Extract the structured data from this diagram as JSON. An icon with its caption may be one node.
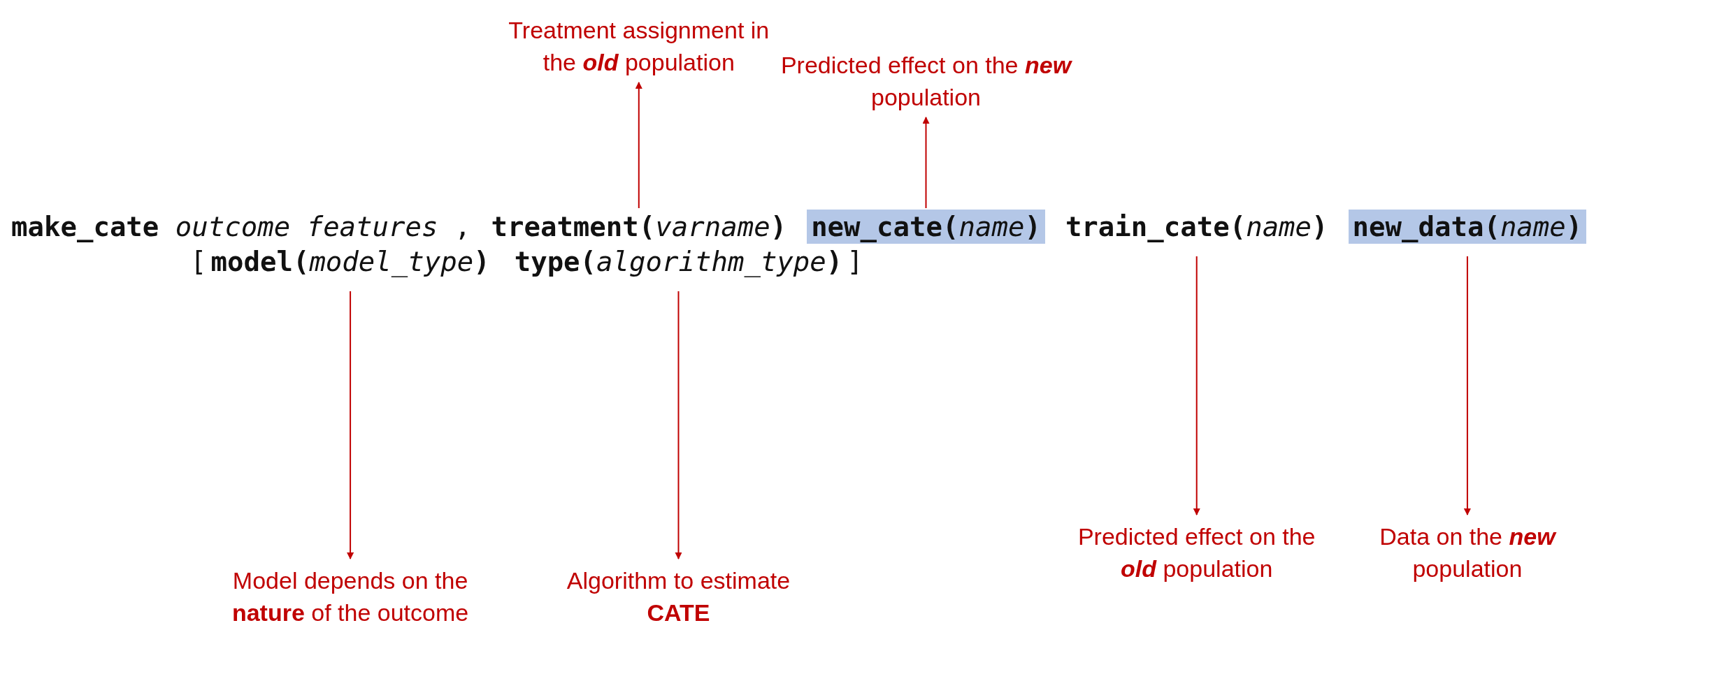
{
  "diagram": {
    "nodes": [
      {
        "text": [
          "treatment(*varname*)"
        ]
      },
      {
        "text": [
          "new_cate(*name*)"
        ]
      },
      {
        "text": [
          "train_cate(*name*)"
        ]
      },
      {
        "text": [
          "new_data(*name*)"
        ]
      },
      {
        "text": [
          "model(*model_type*)"
        ]
      },
      {
        "text": [
          "type(*algorithm_type*)"
        ]
      },
      {
        "text": [
          "Treatment assignment in the *old* population"
        ]
      },
      {
        "text": [
          "Predicted effect on the *new* population"
        ]
      },
      {
        "text": [
          "Predicted effect on the *old* population"
        ]
      },
      {
        "text": [
          "Data on the *new* population"
        ]
      },
      {
        "text": [
          "Model depends on the **nature** of the outcome"
        ]
      },
      {
        "text": [
          "Algorithm to estimate **CATE**"
        ]
      }
    ],
    "edges": [
      {
        "from": 0,
        "to": 6,
        "arrow": "to"
      },
      {
        "from": 1,
        "to": 7,
        "arrow": "to"
      },
      {
        "from": 2,
        "to": 8,
        "arrow": "to"
      },
      {
        "from": 3,
        "to": 9,
        "arrow": "to"
      },
      {
        "from": 4,
        "to": 10,
        "arrow": "to"
      },
      {
        "from": 5,
        "to": 11,
        "arrow": "to"
      }
    ],
    "labels": [
      "**make_cate** *outcome features* ,",
      "[",
      "]"
    ]
  }
}
